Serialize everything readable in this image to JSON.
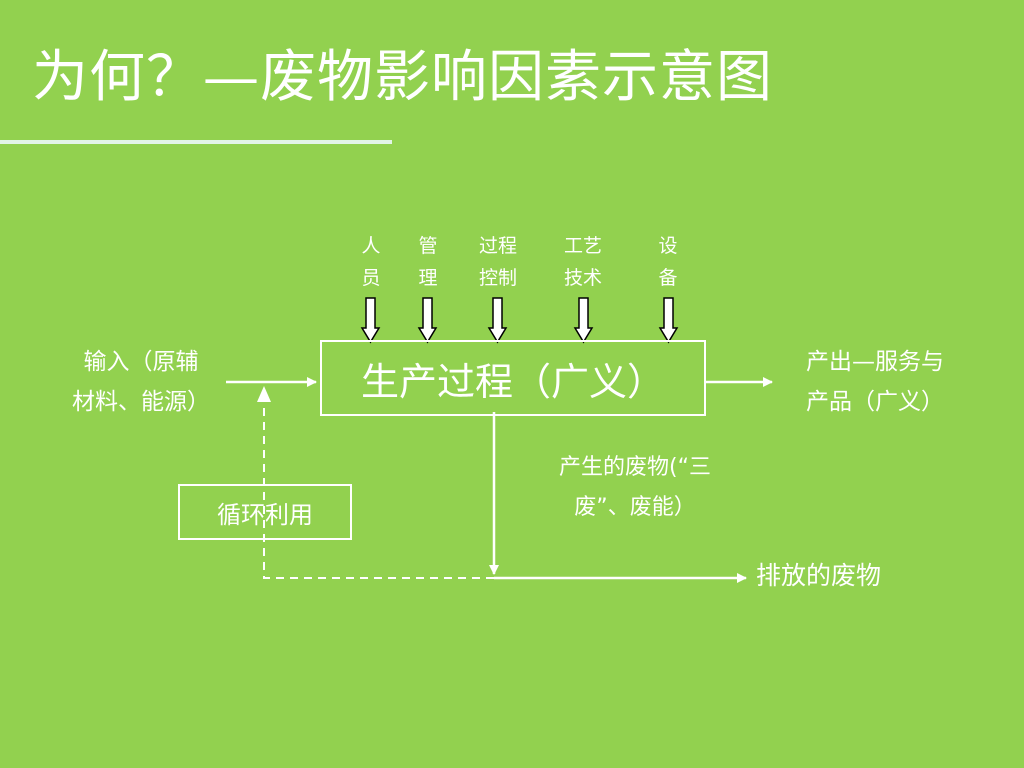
{
  "slide": {
    "title": "为何？—废物影响因素示意图"
  },
  "factors": [
    {
      "line1": "人",
      "line2": "员"
    },
    {
      "line1": "管",
      "line2": "理"
    },
    {
      "line1": "过程",
      "line2": "控制"
    },
    {
      "line1": "工艺",
      "line2": "技术"
    },
    {
      "line1": "设",
      "line2": "备"
    }
  ],
  "input": {
    "line1": "输入（原辅",
    "line2": "材料、能源）"
  },
  "process": {
    "label": "生产过程（广义）"
  },
  "output": {
    "line1": "产出—服务与",
    "line2": "产品（广义）"
  },
  "waste_generated": {
    "line1": "产生的废物(“三",
    "line2": "废”、废能）"
  },
  "recycle": {
    "label": "循环利用"
  },
  "discharge": {
    "label": "排放的废物"
  },
  "colors": {
    "background": "#92d14f",
    "foreground": "#ffffff",
    "title_rule": "#e2f5e6"
  }
}
